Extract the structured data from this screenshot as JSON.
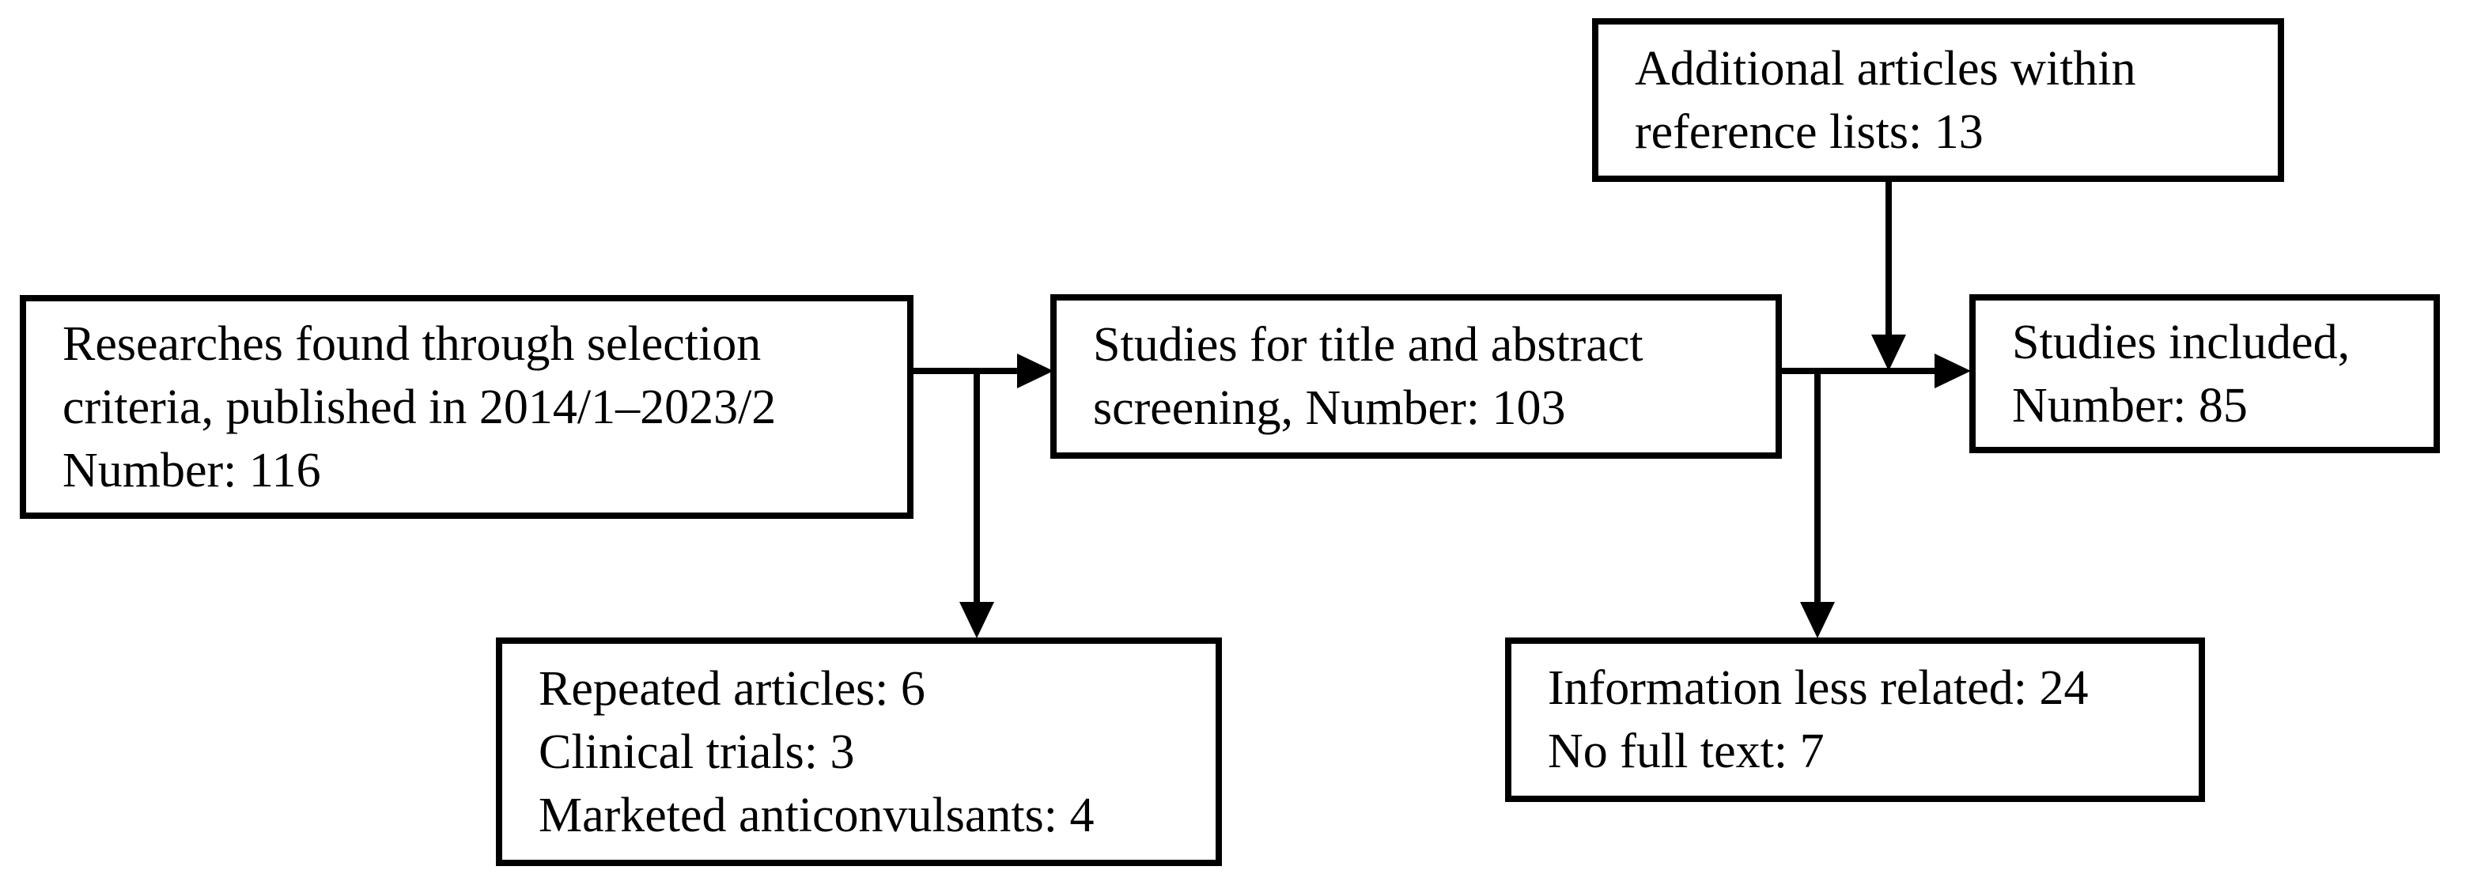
{
  "diagram": {
    "type": "flowchart",
    "colors": {
      "background": "#ffffff",
      "line": "#000000",
      "text": "#000000"
    },
    "boxes": {
      "found": {
        "id": "found",
        "lines": [
          "Researches found through selection",
          "criteria, published in 2014/1–2023/2",
          "Number: 116"
        ]
      },
      "screening": {
        "id": "screening",
        "lines": [
          "Studies for title and abstract",
          "screening, Number: 103"
        ]
      },
      "included": {
        "id": "included",
        "lines": [
          "Studies included,",
          "Number: 85"
        ]
      },
      "additional": {
        "id": "additional",
        "lines": [
          "Additional articles within",
          "reference lists: 13"
        ]
      },
      "excluded_initial": {
        "id": "excluded_initial",
        "lines": [
          "Repeated articles: 6",
          "Clinical trials: 3",
          "Marketed anticonvulsants: 4"
        ]
      },
      "excluded_fulltext": {
        "id": "excluded_fulltext",
        "lines": [
          "Information less related: 24",
          "No full text: 7"
        ]
      }
    },
    "edges": [
      {
        "from": "found",
        "to": "screening",
        "style": "arrow-right"
      },
      {
        "from": "found-screening-connector",
        "to": "excluded_initial",
        "style": "arrow-down"
      },
      {
        "from": "screening",
        "to": "included",
        "style": "arrow-right"
      },
      {
        "from": "screening-included-connector",
        "to": "excluded_fulltext",
        "style": "arrow-down"
      },
      {
        "from": "additional",
        "to": "screening-included-connector",
        "style": "arrow-down"
      }
    ]
  }
}
